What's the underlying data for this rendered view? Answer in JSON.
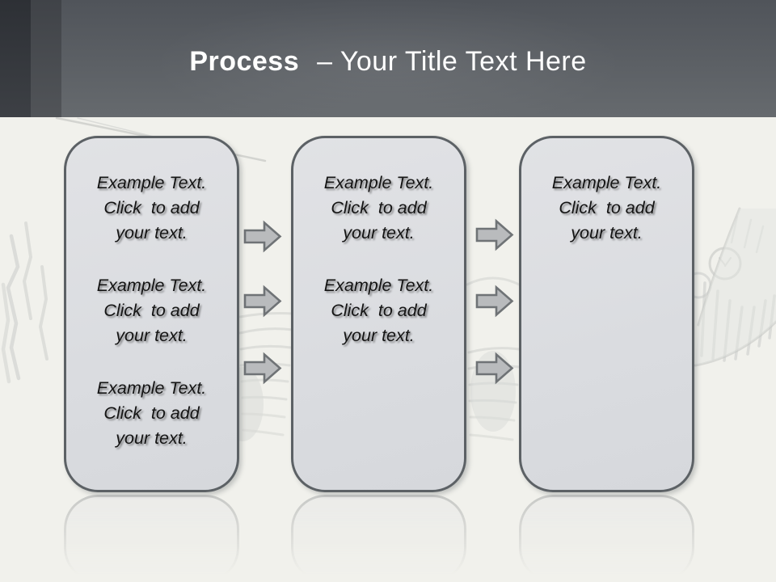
{
  "header": {
    "title_bold": "Process",
    "title_rest": "– Your Title Text Here"
  },
  "boxes": [
    {
      "name": "process-box-1",
      "blocks": [
        {
          "lines": [
            "Example Text.",
            "Click  to add",
            "your text."
          ]
        },
        {
          "lines": [
            "Example Text.",
            "Click  to add",
            "your text."
          ]
        },
        {
          "lines": [
            "Example Text.",
            "Click  to add",
            "your text."
          ]
        }
      ]
    },
    {
      "name": "process-box-2",
      "blocks": [
        {
          "lines": [
            "Example Text.",
            "Click  to add",
            "your text."
          ]
        },
        {
          "lines": [
            "Example Text.",
            "Click  to add",
            "your text."
          ]
        }
      ]
    },
    {
      "name": "process-box-3",
      "blocks": [
        {
          "lines": [
            "Example Text.",
            "Click  to add",
            "your text."
          ]
        }
      ]
    }
  ],
  "icons": {
    "arrow": "right-arrow-icon",
    "arrow_count_between_columns": 3
  },
  "colors": {
    "background": "#f1f1ec",
    "header_top": "#50545a",
    "header_bottom": "#666a6e",
    "accent_strip_dark": "#2d3035",
    "accent_strip_medium": "#404348",
    "box_fill": "#dcdde0",
    "box_border": "#5c6165",
    "arrow_fill": "#b9bbbd",
    "arrow_border": "#6f7376",
    "body_text": "#141414",
    "title_text": "#ffffff"
  }
}
